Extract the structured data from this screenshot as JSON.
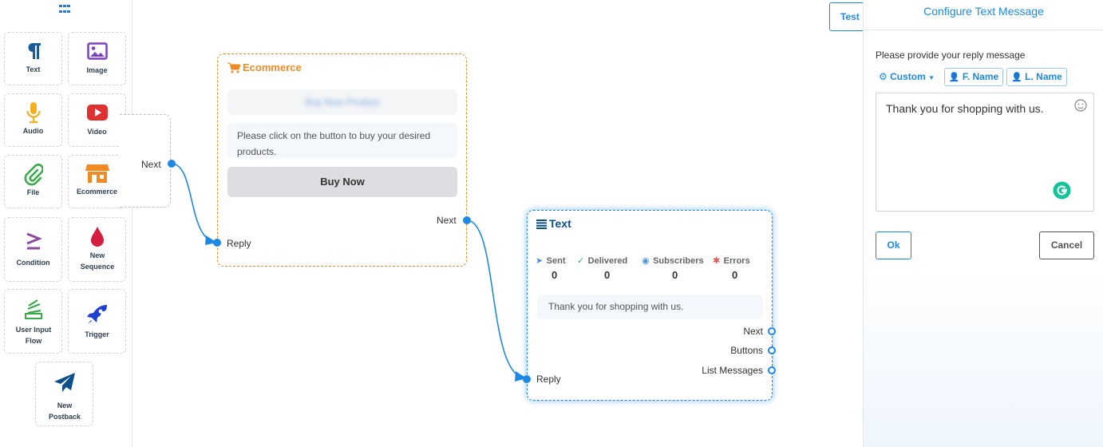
{
  "palette": {
    "items": [
      {
        "label": "Text"
      },
      {
        "label": "Image"
      },
      {
        "label": "Audio"
      },
      {
        "label": "Video"
      },
      {
        "label": "File"
      },
      {
        "label": "Ecommerce"
      },
      {
        "label": "Condition"
      },
      {
        "label": "New Sequence"
      },
      {
        "label": "User Input Flow"
      },
      {
        "label": "Trigger"
      },
      {
        "label": "New Postback"
      }
    ]
  },
  "partial_node": {
    "next_label": "Next"
  },
  "ecommerce_node": {
    "title": "Ecommerce",
    "blurred_text": "Buy Now Product",
    "message": "Please click on the button to buy your desired products.",
    "button_label": "Buy Now",
    "next_label": "Next",
    "reply_label": "Reply"
  },
  "text_node": {
    "title": "Text",
    "stats": [
      {
        "label": "Sent",
        "value": "0",
        "color": "#4a90d9"
      },
      {
        "label": "Delivered",
        "value": "0",
        "color": "#34b36b"
      },
      {
        "label": "Subscribers",
        "value": "0",
        "color": "#4a90d9"
      },
      {
        "label": "Errors",
        "value": "0",
        "color": "#e05555"
      }
    ],
    "message": "Thank you for shopping with us.",
    "ports": [
      {
        "label": "Next"
      },
      {
        "label": "Buttons"
      },
      {
        "label": "List Messages"
      }
    ],
    "reply_label": "Reply"
  },
  "test_button": {
    "label": "Test"
  },
  "panel": {
    "title": "Configure Text Message",
    "prompt": "Please provide your reply message",
    "custom_label": "Custom",
    "fname_label": "F. Name",
    "lname_label": "L. Name",
    "message_value": "Thank you for shopping with us.",
    "ok_label": "Ok",
    "cancel_label": "Cancel"
  },
  "colors": {
    "accent": "#1e88e5",
    "ecommerce": "#f08a24",
    "dark_blue": "#0d4f8b"
  }
}
